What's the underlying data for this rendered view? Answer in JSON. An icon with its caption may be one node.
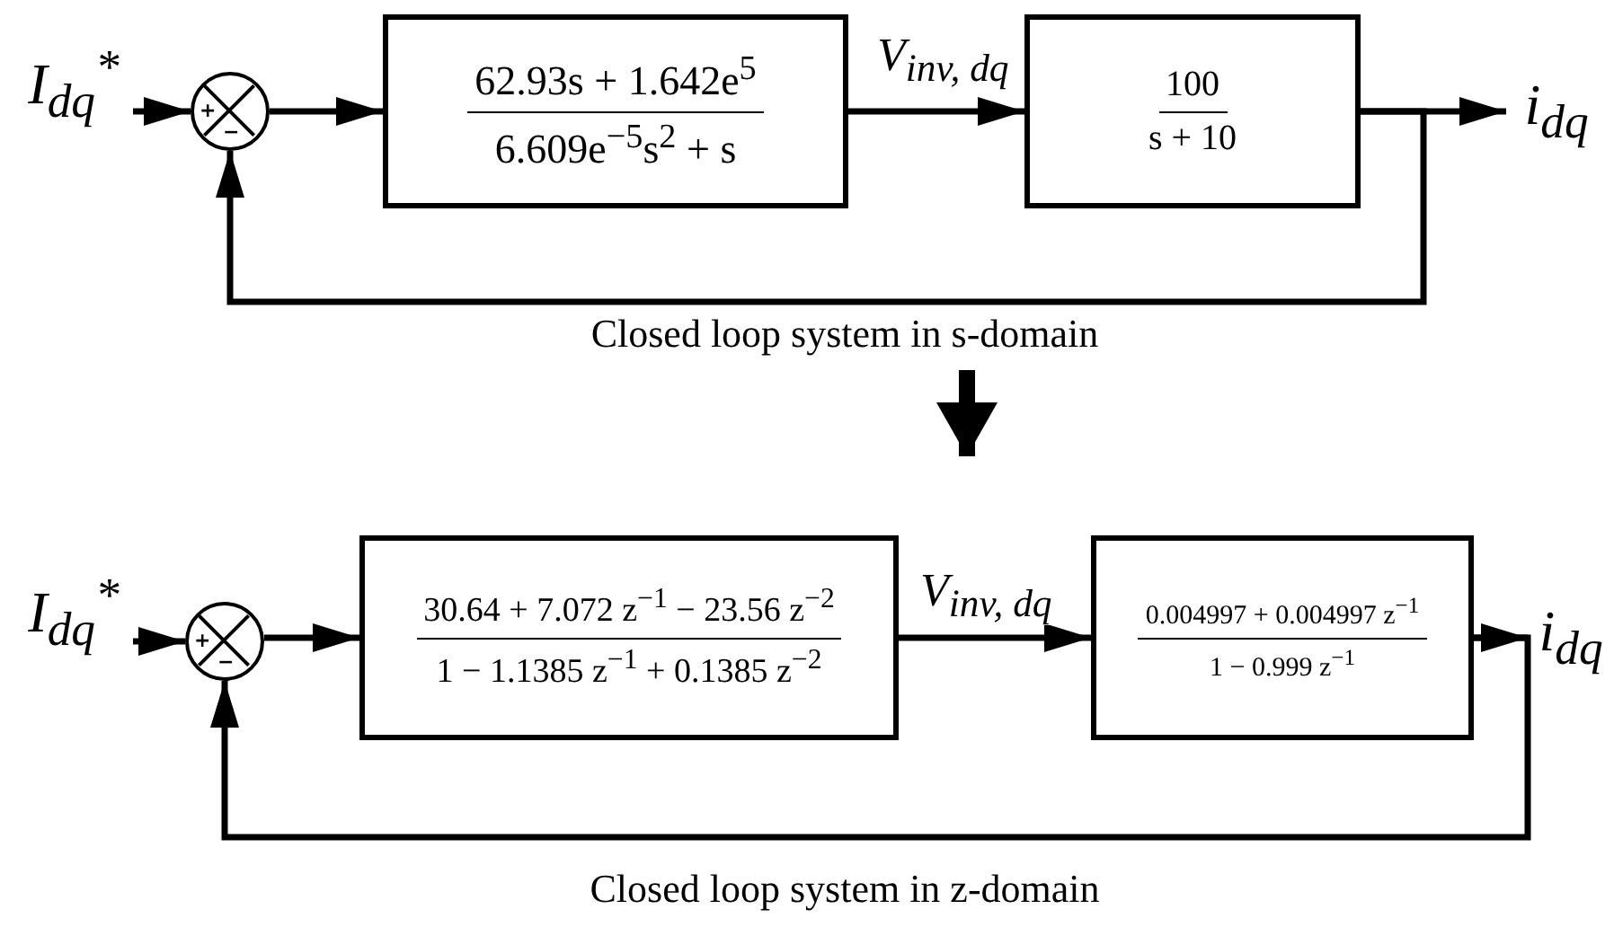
{
  "diagram": {
    "nodes": [
      {
        "text": [
          "I$_{dq}$$^{*}$"
        ]
      },
      {
        "text": [
          "+",
          "−"
        ]
      },
      {
        "text": [
          "62.93s + 1.642e$^{5}$",
          "6.609e$^{−5}$s$^{2}$ + s"
        ]
      },
      {
        "text": [
          "100",
          "s + 10"
        ]
      },
      {
        "text": [
          "i$_{dq}$"
        ]
      },
      {
        "text": [
          "Closed loop system in s-domain"
        ]
      },
      {
        "text": [
          "I$_{dq}$$^{*}$"
        ]
      },
      {
        "text": [
          "+",
          "−"
        ]
      },
      {
        "text": [
          "30.64 + 7.072 z$^{−1}$ − 23.56 z$^{−2}$",
          "1 − 1.1385 z$^{−1}$ + 0.1385 z$^{−2}$"
        ]
      },
      {
        "text": [
          "0.004997 + 0.004997 z$^{−1}$",
          "1 − 0.999 z$^{−1}$"
        ]
      },
      {
        "text": [
          "i$_{dq}$"
        ]
      }
    ],
    "edges": [
      {
        "from": 0,
        "to": 1,
        "arrow": "to"
      },
      {
        "from": 1,
        "to": 2,
        "arrow": "to"
      },
      {
        "from": 2,
        "to": 3,
        "arrow": "to",
        "label": "V$_{inv, dq}$"
      },
      {
        "from": 3,
        "to": 4,
        "arrow": "to"
      },
      {
        "from": 3,
        "to": 1,
        "arrow": "to"
      },
      {
        "from": 5,
        "to": null,
        "arrow": "to",
        "style": "thick"
      },
      {
        "from": 6,
        "to": 7,
        "arrow": "to"
      },
      {
        "from": 7,
        "to": 8,
        "arrow": "to"
      },
      {
        "from": 8,
        "to": 9,
        "arrow": "to",
        "label": "V$_{inv, dq}$"
      },
      {
        "from": 9,
        "to": 10,
        "arrow": "to"
      },
      {
        "from": 9,
        "to": 7,
        "arrow": "to"
      }
    ],
    "labels": [
      "Closed loop system in z-domain"
    ]
  }
}
